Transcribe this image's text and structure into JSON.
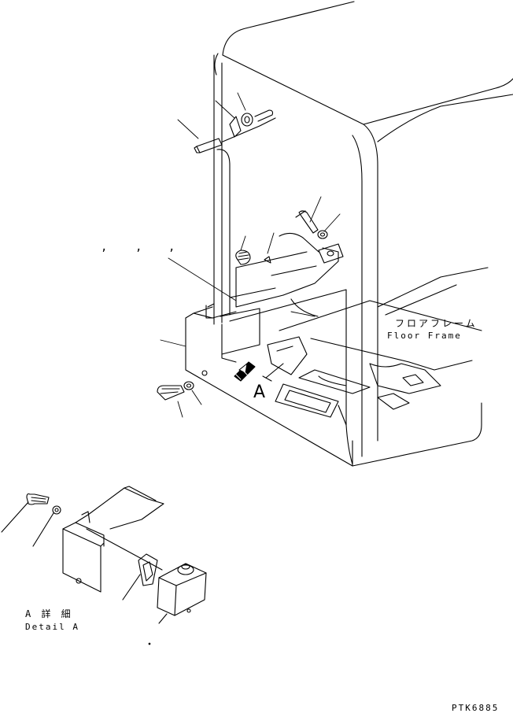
{
  "labels": {
    "floor_frame_jp": "フロアフレーム",
    "floor_frame_en": "Floor Frame",
    "view_letter": "A",
    "detail_jp": "A 詳 細",
    "detail_en": "Detail A",
    "drawing_code": "PTK6885",
    "commas": [
      ",",
      ",",
      ","
    ]
  }
}
